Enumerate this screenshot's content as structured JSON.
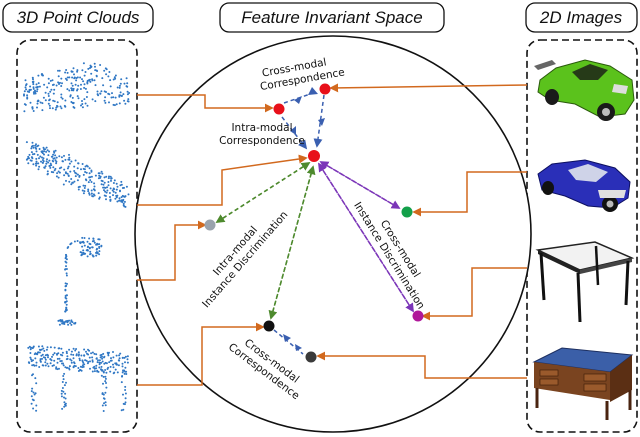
{
  "titles": {
    "left": "3D Point Clouds",
    "center": "Feature Invariant Space",
    "right": "2D Images"
  },
  "labels": {
    "cross_modal_corr_top": [
      "Cross-modal",
      "Correspondence"
    ],
    "intra_modal_corr": [
      "Intra-modal",
      "Correspondence"
    ],
    "intra_modal_inst": [
      "Intra-modal",
      "Instance Discrimination"
    ],
    "cross_modal_inst": [
      "Cross-modal",
      "Instance Discrimination"
    ],
    "cross_modal_corr_bottom": [
      "Cross-modal",
      "Correspondence"
    ]
  },
  "colors": {
    "orange_link": "#d2691e",
    "blue_arrow": "#3a5fb0",
    "green_arrow": "#4e8a2e",
    "purple_arrow": "#7b35b8",
    "red_node": "#e8101a",
    "blue_node": "#1f3fd0",
    "green_node": "#13a04a",
    "gray_node": "#9aa3ad",
    "purple_node": "#b0189a",
    "black_node": "#111111",
    "dark_gray_node": "#3a3a3a",
    "point_cloud": "#2f77c4"
  },
  "thumbnails": {
    "point_clouds": [
      "car-point-cloud",
      "car-point-cloud",
      "lamp-point-cloud",
      "table-point-cloud"
    ],
    "images": [
      "green-car-image",
      "blue-car-image",
      "table-image",
      "desk-image"
    ]
  }
}
